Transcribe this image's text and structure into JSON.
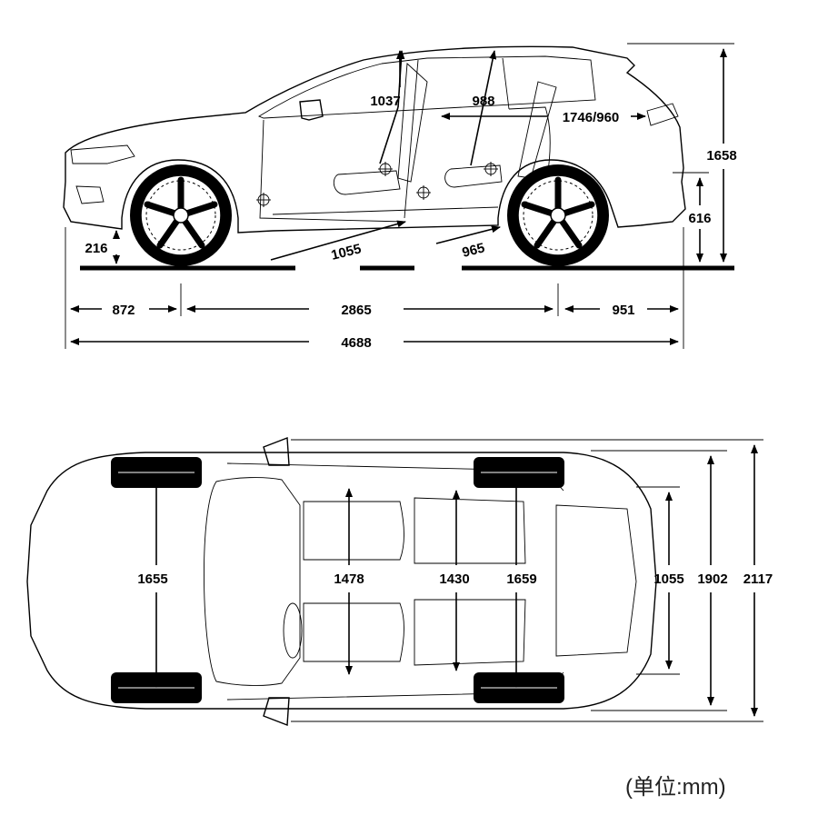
{
  "side": {
    "headroom_front": "1037",
    "headroom_rear": "988",
    "cargo_length": "1746/960",
    "height": "1658",
    "ground_to_lamp": "616",
    "ground_clearance": "216",
    "legroom_front": "1055",
    "legroom_rear": "965",
    "front_overhang": "872",
    "wheelbase": "2865",
    "rear_overhang": "951",
    "overall_length": "4688"
  },
  "top": {
    "front_track": "1655",
    "shoulder_front": "1478",
    "shoulder_rear": "1430",
    "rear_track": "1659",
    "cargo_width": "1055",
    "width_no_mirrors": "1902",
    "width_with_mirrors": "2117"
  },
  "unit_note": "(单位:mm)"
}
